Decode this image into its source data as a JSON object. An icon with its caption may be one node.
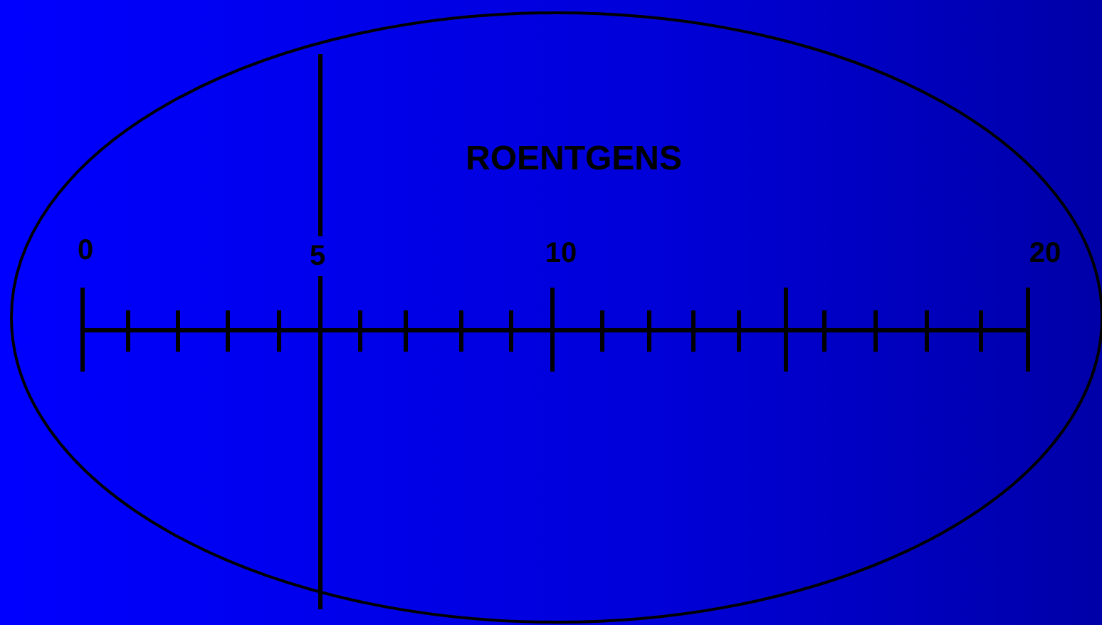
{
  "diagram": {
    "nodes": [
      {
        "text": [
          "ROENTGENS"
        ]
      }
    ],
    "labels": [
      "0",
      "5",
      "10",
      "20"
    ]
  }
}
